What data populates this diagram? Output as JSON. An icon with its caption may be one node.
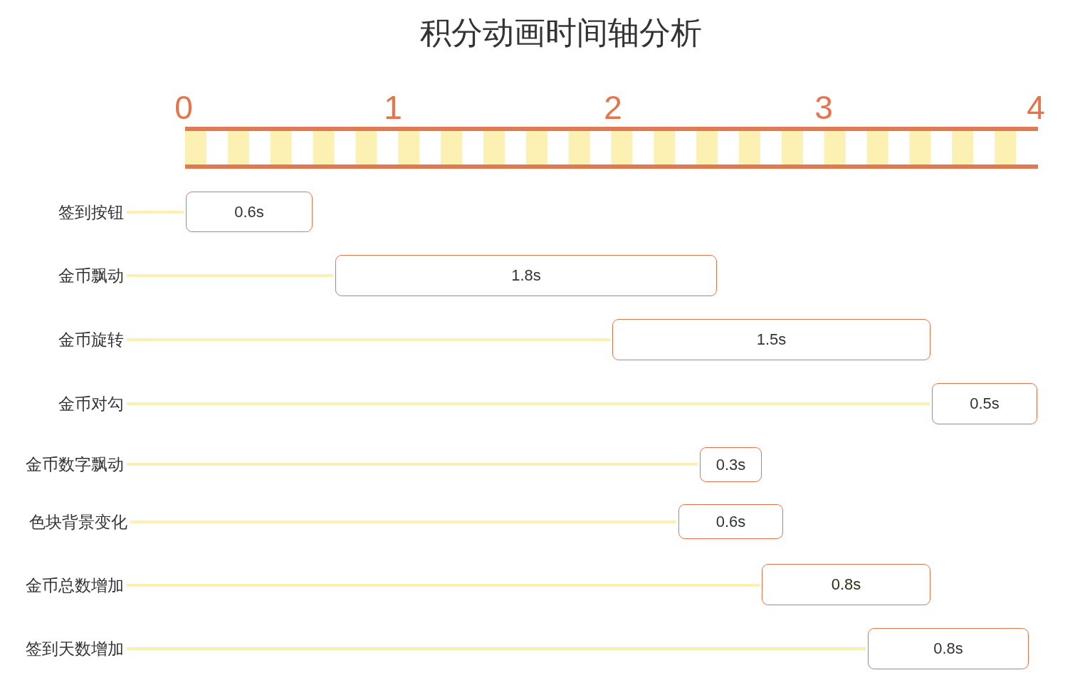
{
  "diagram": {
    "title": "积分动画时间轴分析",
    "nodes": [
      {
        "text": [
          "签到按钮"
        ]
      },
      {
        "text": [
          "0.6s"
        ]
      },
      {
        "text": [
          "金币飘动"
        ]
      },
      {
        "text": [
          "1.8s"
        ]
      },
      {
        "text": [
          "金币旋转"
        ]
      },
      {
        "text": [
          "1.5s"
        ]
      },
      {
        "text": [
          "金币对勾"
        ]
      },
      {
        "text": [
          "0.5s"
        ]
      },
      {
        "text": [
          "金币数字飘动"
        ]
      },
      {
        "text": [
          "0.3s"
        ]
      },
      {
        "text": [
          "色块背景变化"
        ]
      },
      {
        "text": [
          "0.6s"
        ]
      },
      {
        "text": [
          "金币总数增加"
        ]
      },
      {
        "text": [
          "0.8s"
        ]
      },
      {
        "text": [
          "签到天数增加"
        ]
      },
      {
        "text": [
          "0.8s"
        ]
      }
    ],
    "edges": [
      {
        "from": 0,
        "to": 1,
        "arrow": "none"
      },
      {
        "from": 2,
        "to": 3,
        "arrow": "none"
      },
      {
        "from": 4,
        "to": 5,
        "arrow": "none"
      },
      {
        "from": 6,
        "to": 7,
        "arrow": "none"
      },
      {
        "from": 8,
        "to": 9,
        "arrow": "none"
      },
      {
        "from": 10,
        "to": 11,
        "arrow": "none"
      },
      {
        "from": 12,
        "to": 13,
        "arrow": "none"
      },
      {
        "from": 14,
        "to": 15,
        "arrow": "none"
      }
    ],
    "labels": [
      "0",
      "1",
      "2",
      "3",
      "4"
    ]
  }
}
